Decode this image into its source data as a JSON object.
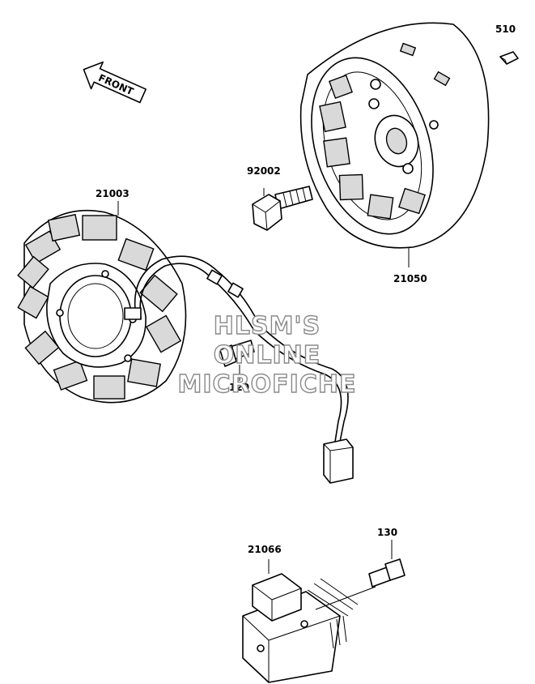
{
  "diagram": {
    "front_arrow_text": "FRONT",
    "parts": [
      {
        "id": "p510",
        "label": "510"
      },
      {
        "id": "p92002",
        "label": "92002"
      },
      {
        "id": "p21003",
        "label": "21003"
      },
      {
        "id": "p21050",
        "label": "21050"
      },
      {
        "id": "p120",
        "label": "120"
      },
      {
        "id": "p21066",
        "label": "21066"
      },
      {
        "id": "p130",
        "label": "130"
      }
    ],
    "watermark": [
      "HLSM'S",
      "ONLINE",
      "MICROFICHE"
    ]
  }
}
